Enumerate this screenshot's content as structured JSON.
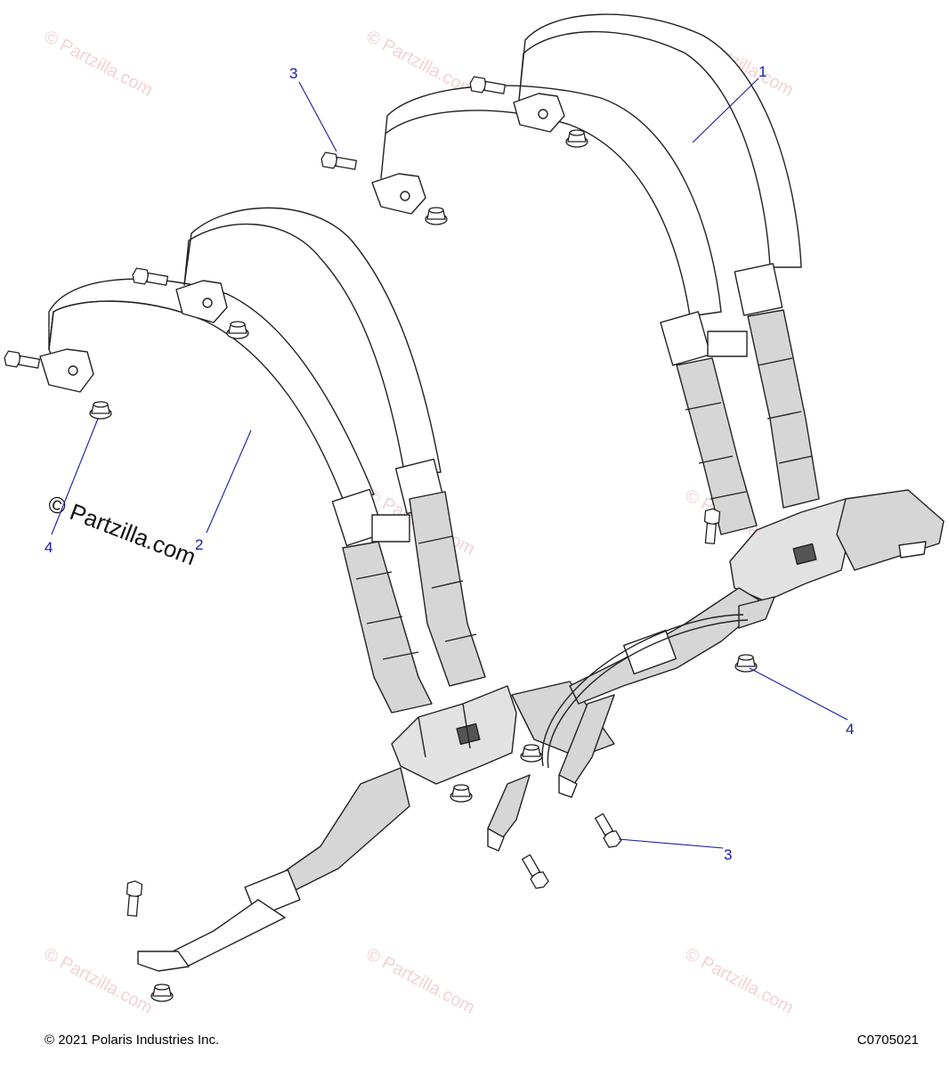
{
  "colors": {
    "callout": "#1a1aa8",
    "outline": "#222222",
    "strap_fill": "#ffffff",
    "strap_shade": "#d6d6d6",
    "watermark": "#f1d3d3"
  },
  "watermark": {
    "text": "© Partzilla.com"
  },
  "callouts": [
    {
      "id": "callout-1a",
      "label": "1"
    },
    {
      "id": "callout-2a",
      "label": "2"
    },
    {
      "id": "callout-3a",
      "label": "3"
    },
    {
      "id": "callout-3b",
      "label": "3"
    },
    {
      "id": "callout-4a",
      "label": "4"
    },
    {
      "id": "callout-4b",
      "label": "4"
    }
  ],
  "footer": {
    "copyright": "© 2021 Polaris Industries Inc.",
    "code": "C0705021"
  }
}
